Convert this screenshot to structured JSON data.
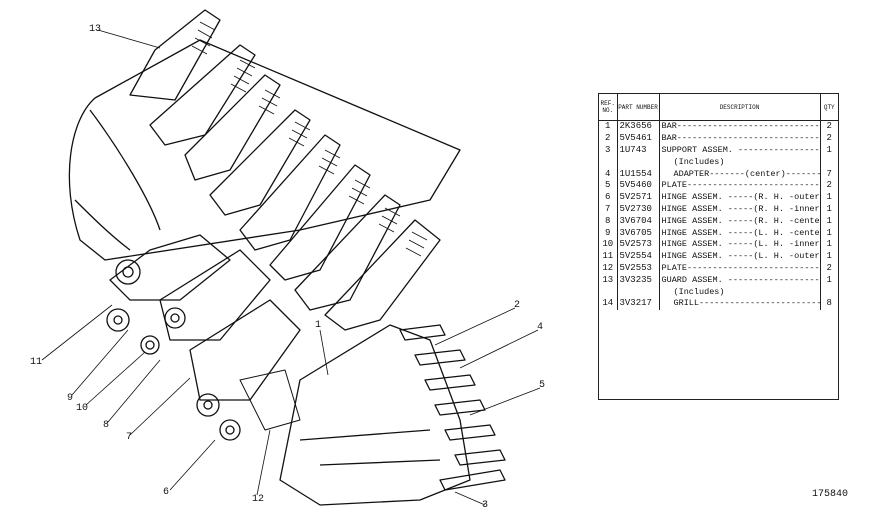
{
  "callouts": [
    "13",
    "11",
    "9",
    "10",
    "8",
    "7",
    "1",
    "2",
    "4",
    "5",
    "3",
    "6",
    "12"
  ],
  "table": {
    "headers": {
      "ref": "REF. NO.",
      "part": "PART NUMBER",
      "desc": "DESCRIPTION",
      "qty": "QTY"
    },
    "rows": [
      {
        "ref": "1",
        "part": "2K3656",
        "desc": "BAR-----------------------------------",
        "qty": "2"
      },
      {
        "ref": "2",
        "part": "5V5461",
        "desc": "BAR-----------------------------------",
        "qty": "2"
      },
      {
        "ref": "3",
        "part": "1U743",
        "desc": "SUPPORT ASSEM. ----------------------",
        "qty": "1"
      },
      {
        "ref": "",
        "part": "",
        "desc": "(Includes)",
        "qty": ""
      },
      {
        "ref": "4",
        "part": "1U1554",
        "desc": "ADAPTER-------(center)-------------",
        "qty": "7"
      },
      {
        "ref": "5",
        "part": "5V5460",
        "desc": "PLATE---------------------------------",
        "qty": "2"
      },
      {
        "ref": "6",
        "part": "5V2571",
        "desc": "HINGE ASSEM. -----(R. H. -outer)---",
        "qty": "1"
      },
      {
        "ref": "7",
        "part": "5V2730",
        "desc": "HINGE ASSEM. -----(R. H. -inner)---",
        "qty": "1"
      },
      {
        "ref": "8",
        "part": "3V6704",
        "desc": "HINGE ASSEM. -----(R. H. -center)--",
        "qty": "1"
      },
      {
        "ref": "9",
        "part": "3V6705",
        "desc": "HINGE ASSEM. -----(L. H. -center)--",
        "qty": "1"
      },
      {
        "ref": "10",
        "part": "5V2573",
        "desc": "HINGE ASSEM. -----(L. H. -inner)---",
        "qty": "1"
      },
      {
        "ref": "11",
        "part": "5V2554",
        "desc": "HINGE ASSEM. -----(L. H. -outer)---",
        "qty": "1"
      },
      {
        "ref": "12",
        "part": "5V2553",
        "desc": "PLATE---------------------------------",
        "qty": "2"
      },
      {
        "ref": "13",
        "part": "3V3235",
        "desc": "GUARD ASSEM. -----------------------",
        "qty": "1"
      },
      {
        "ref": "",
        "part": "",
        "desc": "(Includes)",
        "qty": ""
      },
      {
        "ref": "14",
        "part": "3V3217",
        "desc": "GRILL---------------------------------",
        "qty": "8"
      }
    ]
  },
  "drawing_number": "175840"
}
